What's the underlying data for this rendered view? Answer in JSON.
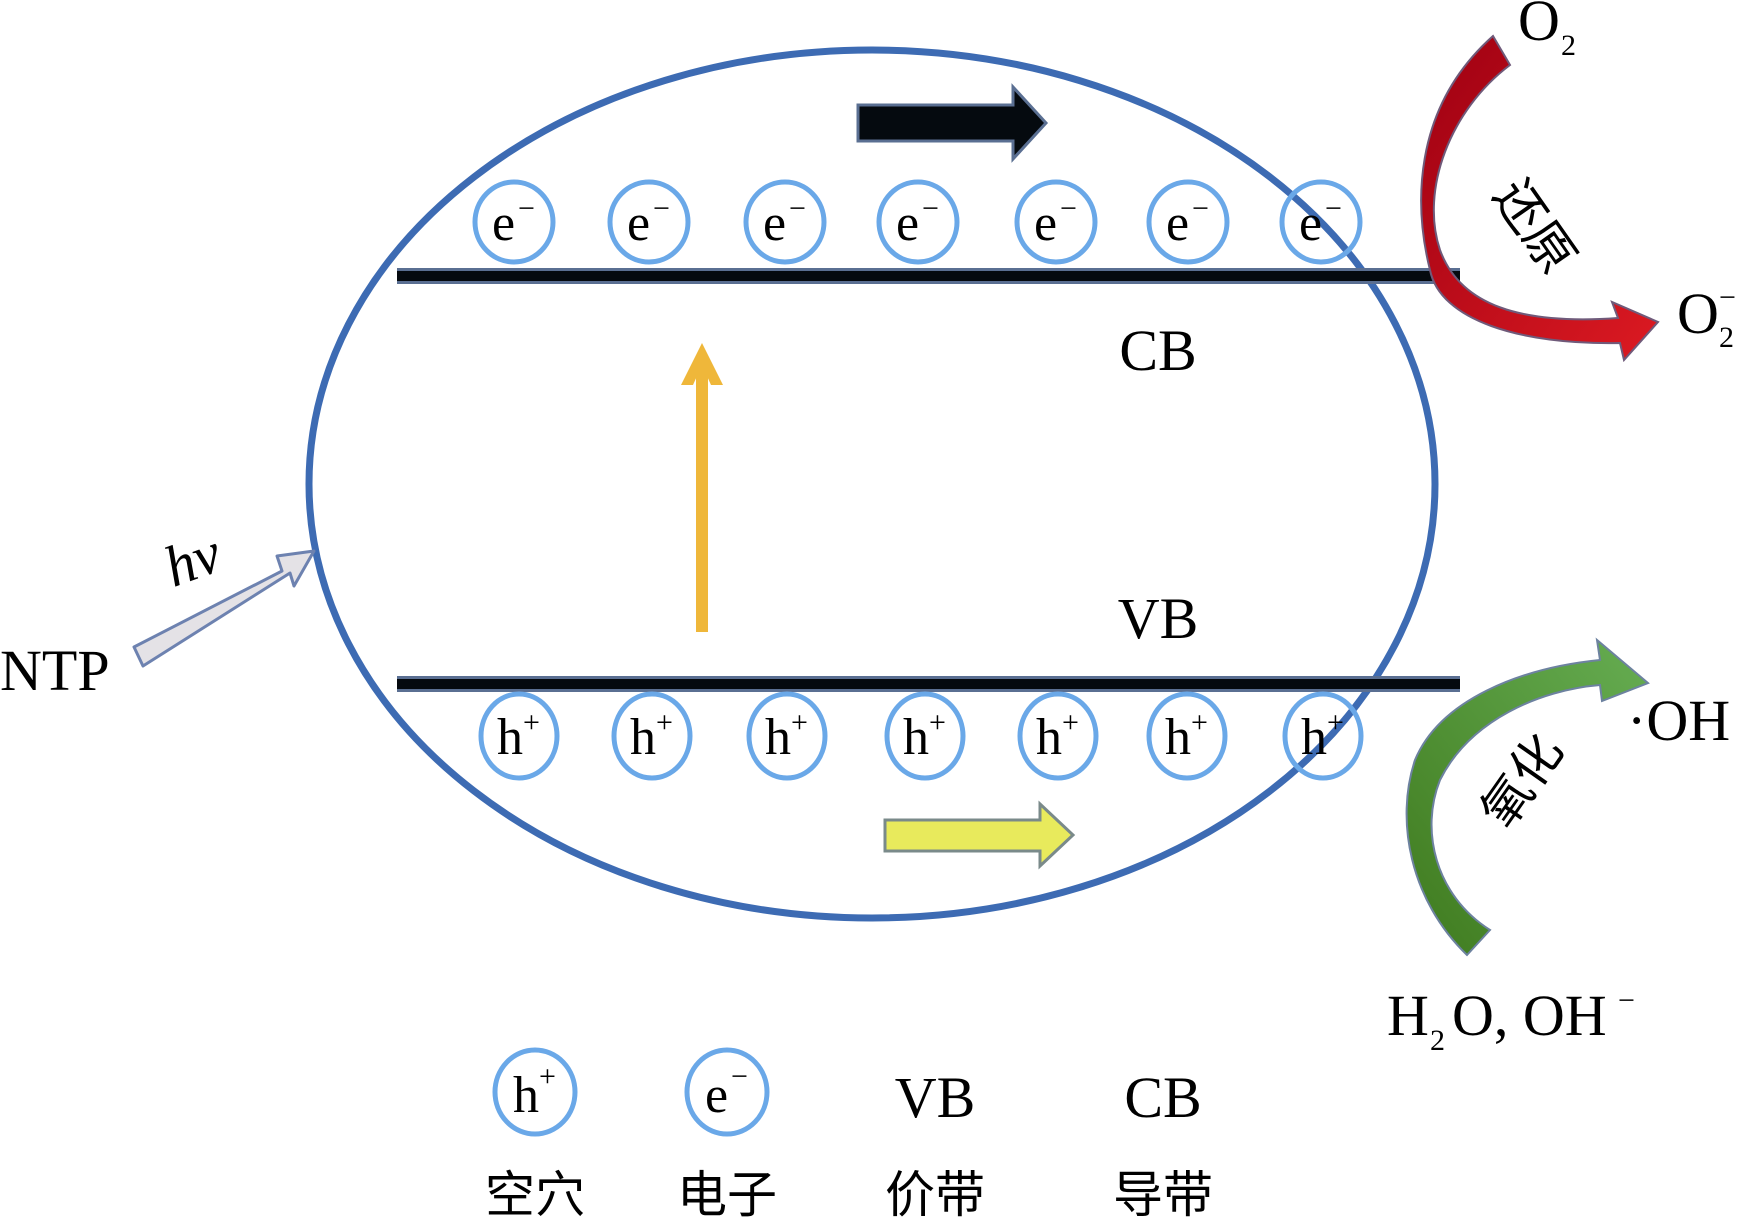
{
  "diagram": {
    "title": "NTP-induced photocatalysis mechanism",
    "source_label": "NTP",
    "photon_label": "hv",
    "conduction_band_label": "CB",
    "valence_band_label": "VB",
    "electron": {
      "base": "e",
      "charge": "−",
      "count": 7
    },
    "hole": {
      "base": "h",
      "charge": "+",
      "count": 7
    },
    "reduction": {
      "label": "还原",
      "reactant": {
        "base": "O",
        "sub": "2",
        "sup": ""
      },
      "product": {
        "base": "O",
        "sub": "2",
        "sup": "−"
      }
    },
    "oxidation": {
      "label": "氧化",
      "reactant_parts": [
        {
          "base": "H",
          "sub": "2",
          "sup": ""
        },
        {
          "base": "O, OH",
          "sub": "",
          "sup": "−"
        }
      ],
      "product": "·OH"
    },
    "legend": [
      {
        "symbol_base": "h",
        "symbol_charge": "+",
        "circled": true,
        "meaning": "空穴"
      },
      {
        "symbol_base": "e",
        "symbol_charge": "−",
        "circled": true,
        "meaning": "电子"
      },
      {
        "symbol_base": "VB",
        "symbol_charge": "",
        "circled": false,
        "meaning": "价带"
      },
      {
        "symbol_base": "CB",
        "symbol_charge": "",
        "circled": false,
        "meaning": "导带"
      }
    ],
    "colors": {
      "particle_boundary": "#3d6bb3",
      "particle_circle": "#6aa8e8",
      "band_line": "#050a0f",
      "electron_flow_arrow": "#050a0f",
      "hole_flow_arrow": "#e8ea5c",
      "excitation_arrow": "#efb73a",
      "photon_arrow_fill": "#e4e2e6",
      "photon_arrow_stroke": "#6d82b0",
      "reduction_arrow": "#b8101c",
      "oxidation_arrow": "#5aa044"
    }
  }
}
